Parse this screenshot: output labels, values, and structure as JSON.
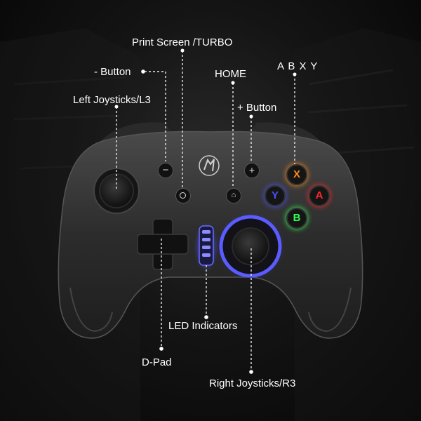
{
  "labels": {
    "print_screen": "Print Screen /TURBO",
    "minus_button": "- Button",
    "home": "HOME",
    "abxy": "A B X Y",
    "left_joystick": "Left Joysticks/L3",
    "plus_button": "+ Button",
    "led_indicators": "LED Indicators",
    "dpad": "D-Pad",
    "right_joystick": "Right Joysticks/R3"
  },
  "buttons": {
    "minus": "−",
    "plus": "+",
    "y": "Y",
    "x": "X",
    "a": "A",
    "b": "B"
  },
  "colors": {
    "y": "#4b52ff",
    "x": "#ff8a1e",
    "a": "#ff2a2a",
    "b": "#33ff55",
    "led": "#6a6cff",
    "ring": "#5a5cff"
  }
}
